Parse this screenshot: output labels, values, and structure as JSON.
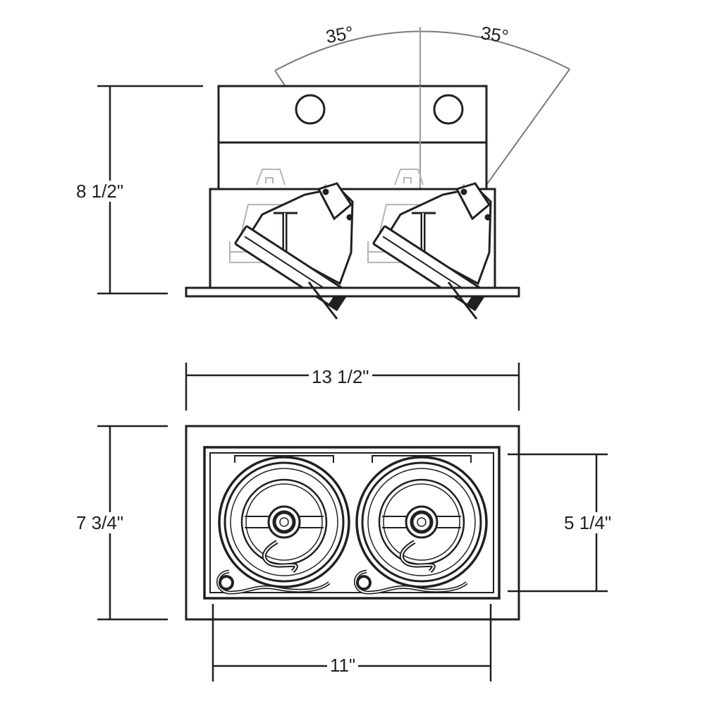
{
  "diagram": {
    "side_view": {
      "tilt_left_label": "35°",
      "tilt_right_label": "35°",
      "height_label": "8 1/2\""
    },
    "top_view": {
      "overall_width_label": "13 1/2\"",
      "overall_depth_label": "7 3/4\"",
      "aperture_depth_label": "5 1/4\"",
      "cutout_width_label": "11\""
    },
    "colors": {
      "line": "#231f20",
      "ghost_line": "#b5b5b5",
      "background": "#ffffff"
    }
  }
}
